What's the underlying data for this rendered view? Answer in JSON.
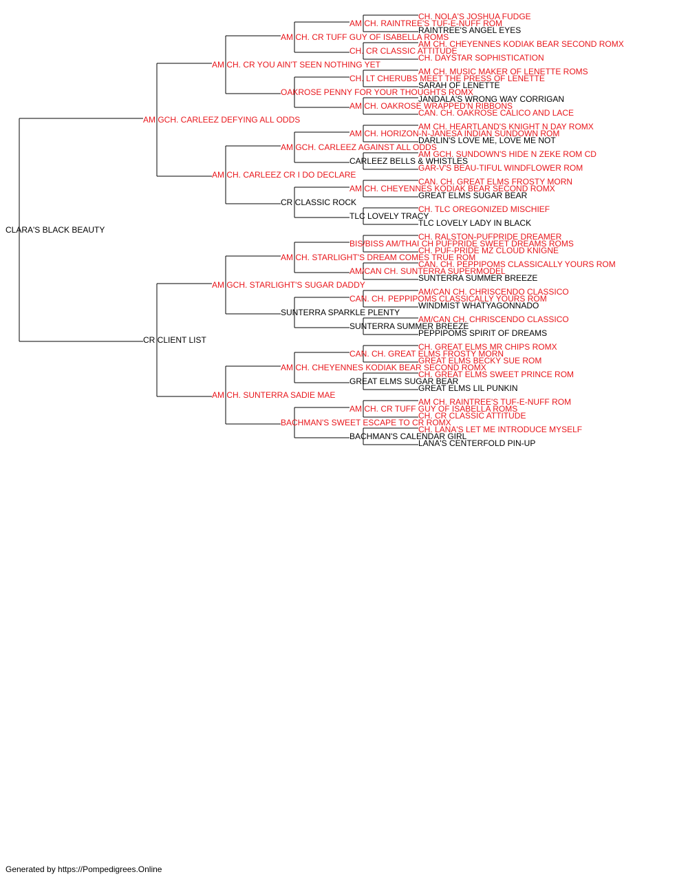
{
  "colors": {
    "titled": "#e8161b",
    "untitled": "#000000",
    "line": "#000000"
  },
  "footer": "Generated by https://Pompedigrees.Online",
  "pedigree": {
    "name": "CLARA'S BLACK BEAUTY",
    "titled": false,
    "sire": {
      "name": "AM GCH. CARLEEZ DEFYING ALL ODDS",
      "titled": true,
      "sire": {
        "name": "AM CH. CR YOU AIN'T SEEN NOTHING YET",
        "titled": true,
        "sire": {
          "name": "AM CH. CR TUFF GUY OF ISABELLA ROMS",
          "titled": true,
          "sire": {
            "name": "AM CH. RAINTREE'S TUF-E-NUFF ROM",
            "titled": true,
            "sire": {
              "name": "CH. NOLA'S JOSHUA FUDGE",
              "titled": true
            },
            "dam": {
              "name": "RAINTREE'S ANGEL EYES",
              "titled": false
            }
          },
          "dam": {
            "name": "CH. CR CLASSIC ATTITUDE",
            "titled": true,
            "sire": {
              "name": "AM CH. CHEYENNES KODIAK BEAR SECOND ROMX",
              "titled": true
            },
            "dam": {
              "name": "CH. DAYSTAR SOPHISTICATION",
              "titled": true
            }
          }
        },
        "dam": {
          "name": "OAKROSE PENNY FOR YOUR THOUGHTS ROMX",
          "titled": true,
          "sire": {
            "name": "CH. LT CHERUBS MEET THE PRESS OF LENETTE",
            "titled": true,
            "sire": {
              "name": "AM CH. MUSIC MAKER OF LENETTE ROMS",
              "titled": true
            },
            "dam": {
              "name": "SARAH OF LENETTE",
              "titled": false
            }
          },
          "dam": {
            "name": "AM CH. OAKROSE WRAPPED'N RIBBONS",
            "titled": true,
            "sire": {
              "name": "JANDALA'S WRONG WAY CORRIGAN",
              "titled": false
            },
            "dam": {
              "name": "CAN. CH. OAKROSE CALICO AND LACE",
              "titled": true
            }
          }
        }
      },
      "dam": {
        "name": "AM CH. CARLEEZ CR I DO DECLARE",
        "titled": true,
        "sire": {
          "name": "AM GCH. CARLEEZ AGAINST ALL ODDS",
          "titled": true,
          "sire": {
            "name": "AM CH. HORIZON-N-JANESA INDIAN SUNDOWN ROM",
            "titled": true,
            "sire": {
              "name": "AM CH. HEARTLAND'S KNIGHT N DAY ROMX",
              "titled": true
            },
            "dam": {
              "name": "DARLIN'S LOVE ME, LOVE ME NOT",
              "titled": false
            }
          },
          "dam": {
            "name": "CARLEEZ BELLS & WHISTLES",
            "titled": false,
            "sire": {
              "name": "AM GCH. SUNDOWN'S HIDE N ZEKE ROM CD",
              "titled": true
            },
            "dam": {
              "name": "GAR-V'S BEAU-TIFUL WINDFLOWER ROM",
              "titled": true
            }
          }
        },
        "dam": {
          "name": "CR CLASSIC ROCK",
          "titled": false,
          "sire": {
            "name": "AM CH. CHEYENNES KODIAK BEAR SECOND ROMX",
            "titled": true,
            "sire": {
              "name": "CAN. CH. GREAT ELMS FROSTY MORN",
              "titled": true
            },
            "dam": {
              "name": "GREAT ELMS SUGAR BEAR",
              "titled": false
            }
          },
          "dam": {
            "name": "TLC LOVELY TRACY",
            "titled": false,
            "sire": {
              "name": "CH. TLC OREGONIZED MISCHIEF",
              "titled": true
            },
            "dam": {
              "name": "TLC LOVELY LADY IN BLACK",
              "titled": false
            }
          }
        }
      }
    },
    "dam": {
      "name": "CR CLIENT LIST",
      "titled": false,
      "sire": {
        "name": "AM GCH. STARLIGHT'S SUGAR DADDY",
        "titled": true,
        "sire": {
          "name": "AM CH. STARLIGHT'S DREAM COMES TRUE ROM",
          "titled": true,
          "sire": {
            "name": "BIS/BISS AM/THAI CH PUFPRIDE SWEET DREAMS ROMS",
            "titled": true,
            "sire": {
              "name": "CH. RALSTON-PUFPRIDE DREAMER",
              "titled": true
            },
            "dam": {
              "name": "CH. PUF-PRIDE MZ CLOUD KNIGNE",
              "titled": true
            }
          },
          "dam": {
            "name": "AM/CAN CH. SUNTERRA SUPERMODEL",
            "titled": true,
            "sire": {
              "name": "CAN. CH. PEPPIPOMS CLASSICALLY YOURS ROM",
              "titled": true
            },
            "dam": {
              "name": "SUNTERRA SUMMER BREEZE",
              "titled": false
            }
          }
        },
        "dam": {
          "name": "SUNTERRA SPARKLE PLENTY",
          "titled": false,
          "sire": {
            "name": "CAN. CH. PEPPIPOMS CLASSICALLY YOURS ROM",
            "titled": true,
            "sire": {
              "name": "AM/CAN CH. CHRISCENDO CLASSICO",
              "titled": true
            },
            "dam": {
              "name": "WINDMIST WHATYAGONNADO",
              "titled": false
            }
          },
          "dam": {
            "name": "SUNTERRA SUMMER BREEZE",
            "titled": false,
            "sire": {
              "name": "AM/CAN CH. CHRISCENDO CLASSICO",
              "titled": true
            },
            "dam": {
              "name": "PEPPIPOMS SPIRIT OF DREAMS",
              "titled": false
            }
          }
        }
      },
      "dam": {
        "name": "AM CH. SUNTERRA SADIE MAE",
        "titled": true,
        "sire": {
          "name": "AM CH. CHEYENNES KODIAK BEAR SECOND ROMX",
          "titled": true,
          "sire": {
            "name": "CAN. CH. GREAT ELMS FROSTY MORN",
            "titled": true,
            "sire": {
              "name": "CH. GREAT ELMS MR CHIPS ROMX",
              "titled": true
            },
            "dam": {
              "name": "GREAT ELMS BECKY SUE ROM",
              "titled": true
            }
          },
          "dam": {
            "name": "GREAT ELMS SUGAR BEAR",
            "titled": false,
            "sire": {
              "name": "CH. GREAT ELMS SWEET PRINCE ROM",
              "titled": true
            },
            "dam": {
              "name": "GREAT ELMS LIL PUNKIN",
              "titled": false
            }
          }
        },
        "dam": {
          "name": "BACHMAN'S SWEET ESCAPE TO CR ROMX",
          "titled": true,
          "sire": {
            "name": "AM CH. CR TUFF GUY OF ISABELLA ROMS",
            "titled": true,
            "sire": {
              "name": "AM CH. RAINTREE'S TUF-E-NUFF ROM",
              "titled": true
            },
            "dam": {
              "name": "CH. CR CLASSIC ATTITUDE",
              "titled": true
            }
          },
          "dam": {
            "name": "BACHMAN'S CALENDAR GIRL",
            "titled": false,
            "sire": {
              "name": "CH. LANA'S LET ME INTRODUCE MYSELF",
              "titled": true
            },
            "dam": {
              "name": "LANA'S CENTERFOLD PIN-UP",
              "titled": false
            }
          }
        }
      }
    }
  }
}
